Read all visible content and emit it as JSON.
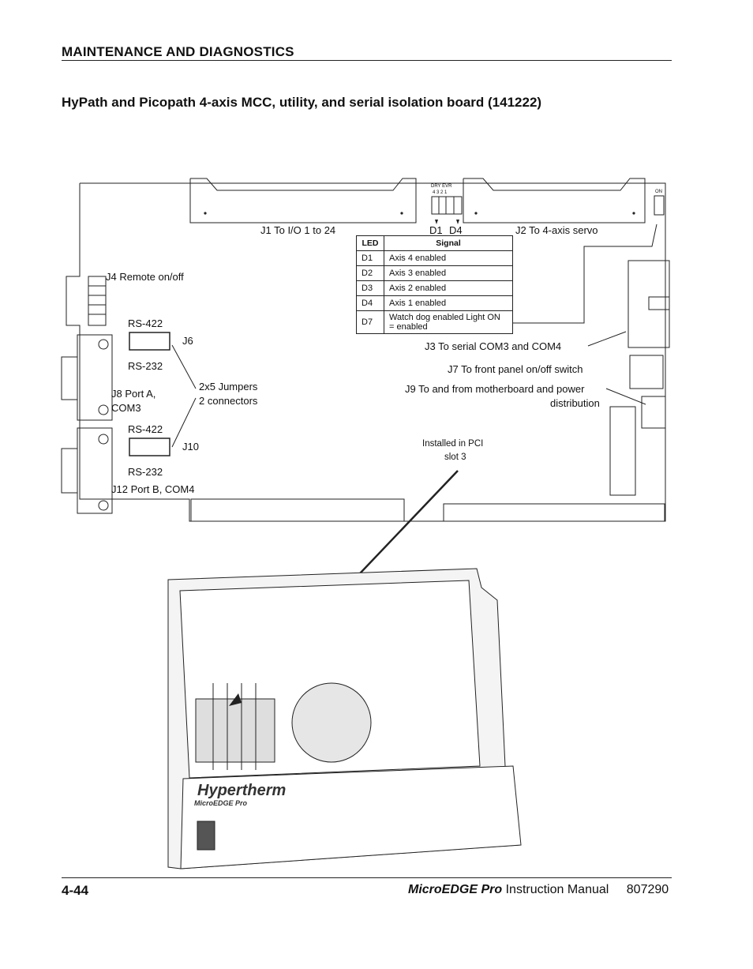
{
  "header": {
    "section": "MAINTENANCE AND DIAGNOSTICS",
    "title": "HyPath and Picopath 4-axis MCC, utility, and serial isolation board (141222)"
  },
  "board": {
    "labels": {
      "j1": "J1 To I/O 1 to 24",
      "d1": "D1",
      "d4": "D4",
      "j2": "J2 To 4-axis servo",
      "j4": "J4 Remote on/off",
      "rs422_a": "RS-422",
      "j6": "J6",
      "rs232_a": "RS-232",
      "jumpers_line1": "2x5 Jumpers",
      "jumpers_line2": "2 connectors",
      "j8_line1": "J8 Port A,",
      "j8_line2": "COM3",
      "rs422_b": "RS-422",
      "j10": "J10",
      "rs232_b": "RS-232",
      "j12": "J12 Port B, COM4",
      "j3": "J3 To serial COM3 and COM4",
      "j7": "J7 To front panel on/off switch",
      "j9_line1": "J9 To and from motherboard and power",
      "j9_line2": "distribution",
      "dry_evr": "DRY EVR",
      "dry_nums": "4 3 2 1",
      "on": "ON"
    },
    "led_table": {
      "headers": [
        "LED",
        "Signal"
      ],
      "rows": [
        [
          "D1",
          "Axis 4 enabled"
        ],
        [
          "D2",
          "Axis 3 enabled"
        ],
        [
          "D3",
          "Axis 2 enabled"
        ],
        [
          "D4",
          "Axis 1 enabled"
        ],
        [
          "D7",
          "Watch dog enabled Light ON = enabled"
        ]
      ]
    }
  },
  "chassis": {
    "installed_line1": "Installed in PCI",
    "installed_line2": "slot 3",
    "brand_logo": "Hypertherm",
    "brand_model": "MicroEDGE Pro"
  },
  "footer": {
    "page_number": "4-44",
    "brand": "MicroEDGE Pro",
    "manual": "Instruction Manual",
    "doc_number": "807290"
  }
}
